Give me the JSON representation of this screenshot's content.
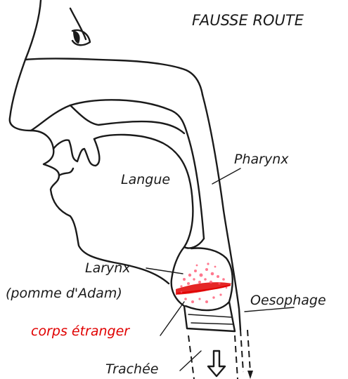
{
  "title": "FAUSSE ROUTE",
  "labels": {
    "langue": "Langue",
    "pharynx": "Pharynx",
    "larynx": "Larynx",
    "pomme": "(pomme d'Adam)",
    "oesophage": "Oesophage",
    "corps": "corps étranger",
    "trachee": "Trachée"
  },
  "colors": {
    "line": "#1a1a1a",
    "foreign_body": "#e00000"
  },
  "icons": [
    "eye-icon",
    "down-arrow-icon"
  ]
}
